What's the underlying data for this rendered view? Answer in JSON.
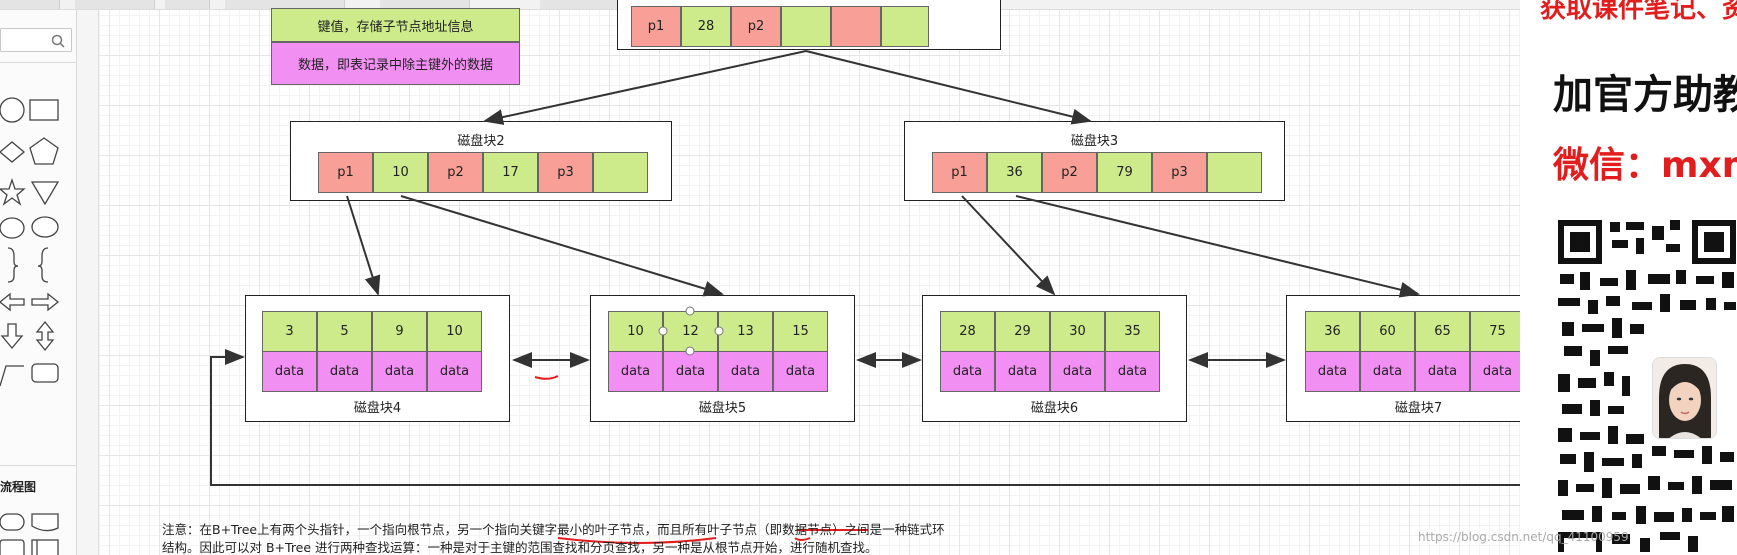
{
  "legend": {
    "key_row": "键值，存储子节点地址信息",
    "data_row": "数据，即表记录中除主键外的数据"
  },
  "sidebar": {
    "search_placeholder": "",
    "section_label": "流程图"
  },
  "root_block": {
    "cells": [
      {
        "text": "p1",
        "kind": "ptr"
      },
      {
        "text": "28",
        "kind": "key"
      },
      {
        "text": "p2",
        "kind": "ptr"
      },
      {
        "text": "",
        "kind": "key"
      },
      {
        "text": "",
        "kind": "ptr"
      },
      {
        "text": "",
        "kind": "key"
      }
    ]
  },
  "internal_blocks": [
    {
      "title": "磁盘块2",
      "cells": [
        {
          "text": "p1",
          "kind": "ptr"
        },
        {
          "text": "10",
          "kind": "key"
        },
        {
          "text": "p2",
          "kind": "ptr"
        },
        {
          "text": "17",
          "kind": "key"
        },
        {
          "text": "p3",
          "kind": "ptr"
        },
        {
          "text": "",
          "kind": "key"
        }
      ]
    },
    {
      "title": "磁盘块3",
      "cells": [
        {
          "text": "p1",
          "kind": "ptr"
        },
        {
          "text": "36",
          "kind": "key"
        },
        {
          "text": "p2",
          "kind": "ptr"
        },
        {
          "text": "79",
          "kind": "key"
        },
        {
          "text": "p3",
          "kind": "ptr"
        },
        {
          "text": "",
          "kind": "key"
        }
      ]
    }
  ],
  "leaf_blocks": [
    {
      "title": "磁盘块4",
      "keys": [
        "3",
        "5",
        "9",
        "10"
      ],
      "data": [
        "data",
        "data",
        "data",
        "data"
      ]
    },
    {
      "title": "磁盘块5",
      "keys": [
        "10",
        "12",
        "13",
        "15"
      ],
      "data": [
        "data",
        "data",
        "data",
        "data"
      ]
    },
    {
      "title": "磁盘块6",
      "keys": [
        "28",
        "29",
        "30",
        "35"
      ],
      "data": [
        "data",
        "data",
        "data",
        "data"
      ]
    },
    {
      "title": "磁盘块7",
      "keys": [
        "36",
        "60",
        "65",
        "75"
      ],
      "data": [
        "data",
        "data",
        "data",
        "data"
      ]
    }
  ],
  "note": {
    "line1": "注意：在B+Tree上有两个头指针，一个指向根节点，另一个指向关键字最小的叶子节点，而且所有叶子节点（即数据节点）之间是一种链式环",
    "line2": "结构。因此可以对 B+Tree 进行两种查找运算：一种是对于主键的范围查找和分页查找，另一种是从根节点开始，进行随机查找。"
  },
  "ad": {
    "line_top": "获取课件笔记、资",
    "line_mid": "加官方助教",
    "line_wechat": "微信：mxm"
  },
  "watermark": "https://blog.csdn.net/qq_41100959",
  "colors": {
    "key": "#cdeb8b",
    "pointer": "#f8a097",
    "data": "#f28ff3",
    "annotation_underline": "#e21d1d"
  }
}
